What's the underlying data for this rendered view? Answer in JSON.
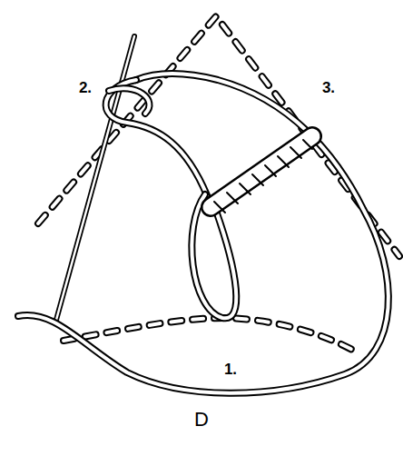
{
  "diagram": {
    "labels": [
      "2.",
      "3.",
      "1.",
      "D"
    ]
  }
}
